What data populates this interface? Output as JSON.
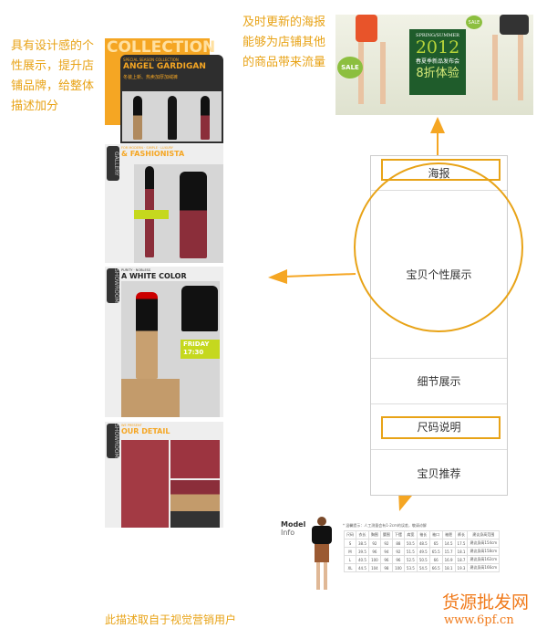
{
  "notes": {
    "left": "具有设计感的个性展示，提升店铺品牌，给整体描述加分",
    "top_right": "及时更新的海报能够为店铺其他的商品带来流量",
    "bottom": "此描述取自于视觉营销用户"
  },
  "poster": {
    "season": "SPRING/SUMMER",
    "year": "2012",
    "event": "春夏季新品发布会",
    "discount": "8折体验",
    "sale": "SALE"
  },
  "panels": {
    "collection": {
      "bg_title": "COLLECTION",
      "kicker": "SPECIAL SEASON COLLECTION",
      "title": "ANGEL GARDIGAN",
      "sub": "冬装上新、热卖加厚加绒裤"
    },
    "fashionista": {
      "tab": "GALLERY",
      "kicker": "FOR MODERN · SIMPLE · LUXURY",
      "title": "& FASHIONISTA"
    },
    "white": {
      "tab": "SHOWROOM",
      "kicker": "PURITY · NOBLESS",
      "title": "A WHITE COLOR",
      "badge_day": "FRIDAY",
      "badge_time": "17:30"
    },
    "detail": {
      "tab": "SHOWROOM",
      "kicker": "WE PRESENT",
      "title": "OUR DETAIL"
    }
  },
  "flow": {
    "rows": [
      "海报",
      "宝贝个性展示",
      "细节展示",
      "尺码说明",
      "宝贝推荐"
    ]
  },
  "model": {
    "title1": "Model",
    "title2": "Info",
    "note": "* 温馨提示：人工测量会有1-2cm的误差，敬请谅解",
    "headers": [
      "尺码",
      "衣长",
      "胸围",
      "腰围",
      "下摆",
      "肩宽",
      "袖长",
      "袖口",
      "袖肥",
      "裤长",
      "建议身高范围"
    ],
    "rows": [
      [
        "S",
        "38.5",
        "92",
        "92",
        "88",
        "50.5",
        "48.5",
        "65",
        "14.5",
        "17.5",
        "建议身高154cm"
      ],
      [
        "M",
        "39.5",
        "96",
        "94",
        "92",
        "51.5",
        "49.5",
        "65.5",
        "15.7",
        "18.1",
        "建议身高158cm"
      ],
      [
        "L",
        "40.5",
        "100",
        "96",
        "96",
        "52.5",
        "50.5",
        "66",
        "16.9",
        "18.7",
        "建议身高162cm"
      ],
      [
        "XL",
        "44.5",
        "104",
        "98",
        "100",
        "53.5",
        "54.5",
        "66.5",
        "18.1",
        "19.3",
        "建议身高166cm"
      ]
    ]
  },
  "watermark": {
    "name": "货源批发网",
    "url": "www.6pf.cn"
  },
  "colors": {
    "accent": "#e8a317",
    "lime": "#c5d81e",
    "dark": "#333333"
  }
}
